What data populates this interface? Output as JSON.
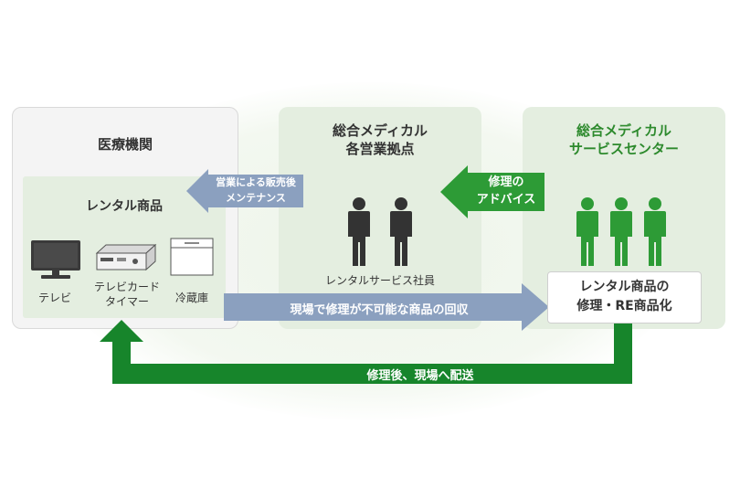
{
  "hospital": {
    "title": "医療機関",
    "rental_title": "レンタル商品",
    "items": [
      {
        "label": "テレビ",
        "icon": "tv-icon"
      },
      {
        "label": "テレビカード\nタイマー",
        "icon": "card-timer-icon"
      },
      {
        "label": "冷蔵庫",
        "icon": "refrigerator-icon"
      }
    ]
  },
  "base": {
    "title": "総合メディカル\n各営業拠点",
    "staff_label": "レンタルサービス社員",
    "staff_icon": "person-icon"
  },
  "center": {
    "title": "総合メディカル\nサービスセンター",
    "repair": "レンタル商品の\n修理・RE商品化",
    "staff_icon": "person-icon"
  },
  "arrows": {
    "maintenance": "営業による販売後\nメンテナンス",
    "advice": "修理の\nアドバイス",
    "collect": "現場で修理が不可能な商品の回収",
    "deliver": "修理後、現場へ配送"
  },
  "colors": {
    "dark_green": "#17852b",
    "bright_green": "#2d9b36",
    "steel_blue": "#8ba0bf",
    "pale_green": "#e4eee0",
    "figure_dark": "#333333",
    "figure_green": "#2d9b36"
  }
}
